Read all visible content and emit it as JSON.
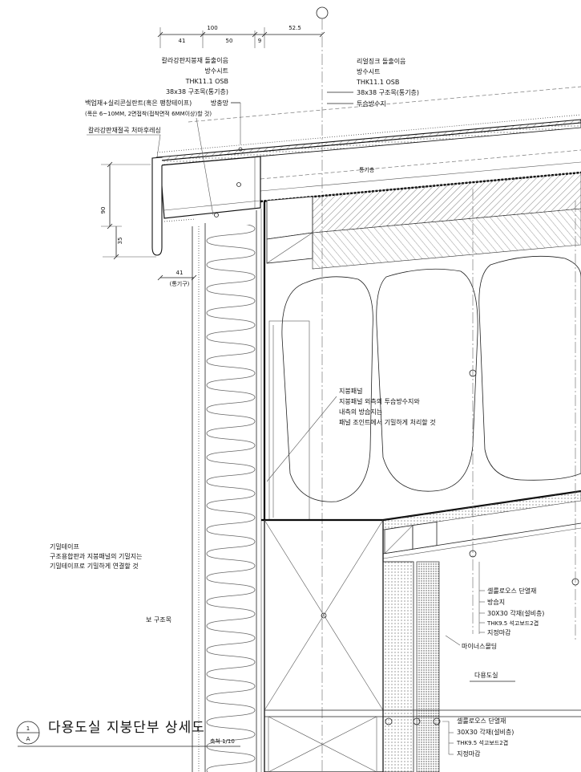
{
  "drawing_title": "다용도실 지붕단부 상세도",
  "scale_note": "축척 1/10",
  "title_marker": {
    "number": "1",
    "sheet": "A"
  },
  "dimensions": {
    "top_overall": "100",
    "top_seg1": "41",
    "top_seg2": "50",
    "top_seg3": "9",
    "top_offset": "52.5",
    "fascia_height": "90",
    "drip_length": "35",
    "vent_width": "41",
    "vent_note": "(통기구)"
  },
  "roof_labels_left": [
    "칼라강판지붕재 돌출이음",
    "방수시트",
    "THK11.1 OSB",
    "38x38 구조목(통기층)",
    "방충망"
  ],
  "sealant_note": [
    "백업재+실리콘실란트(혹은 팽창테이프)",
    "(폭은 6~10MM, 2면접착(접착면적 6MM이상)할 것)"
  ],
  "flashing_label": "칼라강판재절곡 처마후레싱",
  "roof_labels_right": [
    "리얼징크 돌출이음",
    "방수시트",
    "THK11.1 OSB",
    "38x38 구조목(통기층)",
    "투습방수지"
  ],
  "vent_layer_label": "통기층",
  "panel_note": [
    "지붕패널",
    "지붕패널 외측의 투습방수지와",
    "내측의 방습지는",
    "패널 조인트에서 기밀하게 처리할 것"
  ],
  "airtight_note": [
    "기밀테이프",
    "구조용합판과 지붕패널의 기밀지는",
    "기밀테이프로 기밀하게 연결할 것"
  ],
  "beam_label": "보 구조목",
  "ceiling_labels": [
    "셀룰로오스 단열재",
    "방습지",
    "30X30 각재(설비층)",
    "THK9.5 석고보드2겹",
    "지정마감"
  ],
  "molding_label": "마이너스몰딩",
  "room_label": "다용도실",
  "ceiling_labels_lower": [
    "셀룰로오스 단열재",
    "30X30 각재(설비층)",
    "THK9.5 석고보드2겹",
    "지정마감"
  ]
}
